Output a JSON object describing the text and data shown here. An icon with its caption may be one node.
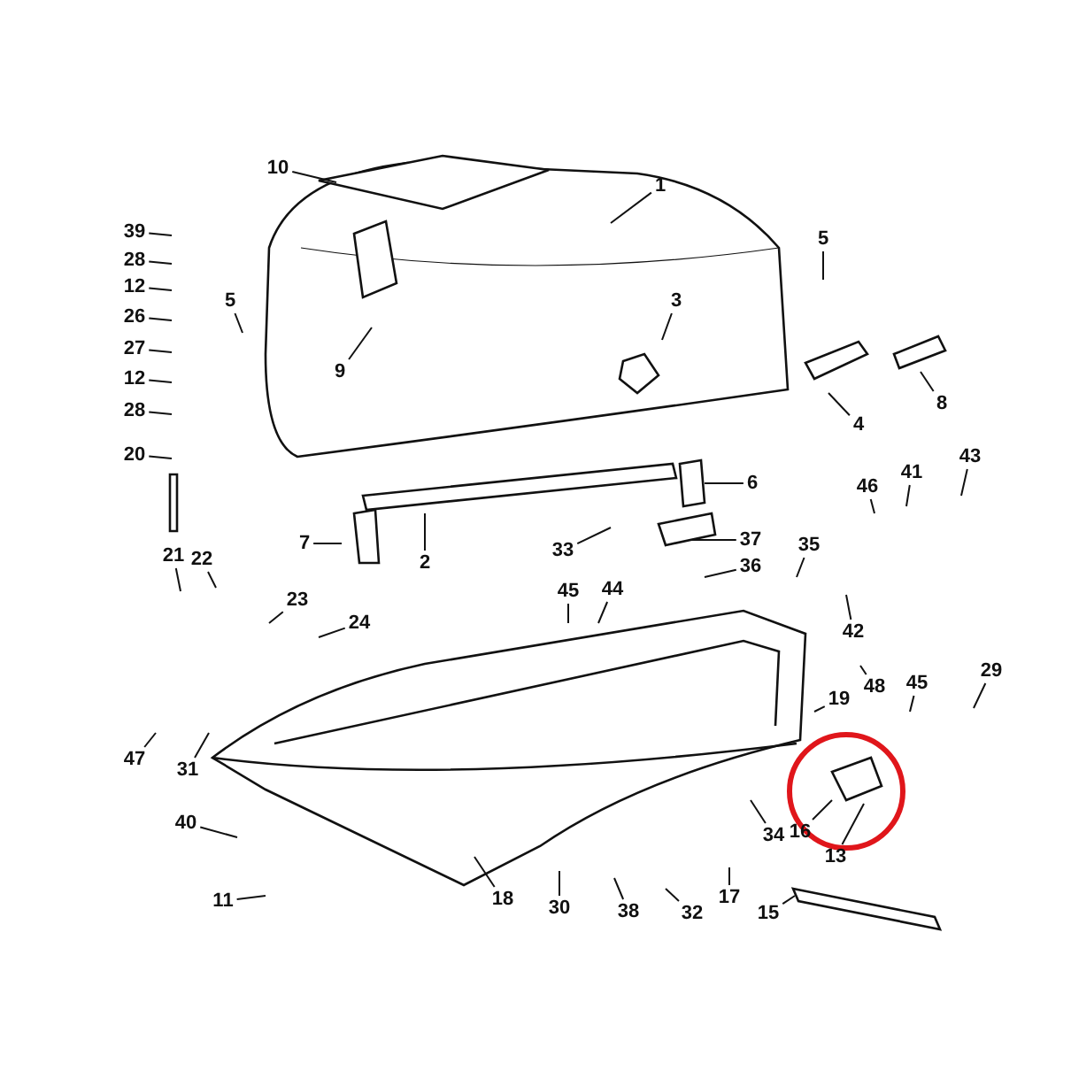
{
  "diagram": {
    "nodes": [
      {
        "text": [
          "1"
        ]
      },
      {
        "text": [
          "10"
        ]
      },
      {
        "text": [
          "39"
        ]
      },
      {
        "text": [
          "28"
        ]
      },
      {
        "text": [
          "12"
        ]
      },
      {
        "text": [
          "26"
        ]
      },
      {
        "text": [
          "27"
        ]
      },
      {
        "text": [
          "12"
        ]
      },
      {
        "text": [
          "28"
        ]
      },
      {
        "text": [
          "20"
        ]
      },
      {
        "text": [
          "5"
        ]
      },
      {
        "text": [
          "9"
        ]
      },
      {
        "text": [
          "3"
        ]
      },
      {
        "text": [
          "5"
        ]
      },
      {
        "text": [
          "4"
        ]
      },
      {
        "text": [
          "8"
        ]
      },
      {
        "text": [
          "6"
        ]
      },
      {
        "text": [
          "7"
        ]
      },
      {
        "text": [
          "2"
        ]
      },
      {
        "text": [
          "33"
        ]
      },
      {
        "text": [
          "37"
        ]
      },
      {
        "text": [
          "36"
        ]
      },
      {
        "text": [
          "35"
        ]
      },
      {
        "text": [
          "46"
        ]
      },
      {
        "text": [
          "41"
        ]
      },
      {
        "text": [
          "43"
        ]
      },
      {
        "text": [
          "42"
        ]
      },
      {
        "text": [
          "21"
        ]
      },
      {
        "text": [
          "22"
        ]
      },
      {
        "text": [
          "23"
        ]
      },
      {
        "text": [
          "24"
        ]
      },
      {
        "text": [
          "45"
        ]
      },
      {
        "text": [
          "44"
        ]
      },
      {
        "text": [
          "47"
        ]
      },
      {
        "text": [
          "31"
        ]
      },
      {
        "text": [
          "48"
        ]
      },
      {
        "text": [
          "45"
        ]
      },
      {
        "text": [
          "29"
        ]
      },
      {
        "text": [
          "19"
        ]
      },
      {
        "text": [
          "16"
        ]
      },
      {
        "text": [
          "34"
        ]
      },
      {
        "text": [
          "13"
        ]
      },
      {
        "text": [
          "40"
        ]
      },
      {
        "text": [
          "11"
        ]
      },
      {
        "text": [
          "18"
        ]
      },
      {
        "text": [
          "30"
        ]
      },
      {
        "text": [
          "38"
        ]
      },
      {
        "text": [
          "32"
        ]
      },
      {
        "text": [
          "17"
        ]
      },
      {
        "text": [
          "15"
        ]
      }
    ],
    "edges": [
      {
        "from": 0,
        "to": null,
        "arrow": "none"
      },
      {
        "from": 1,
        "to": null,
        "arrow": "none"
      },
      {
        "from": 2,
        "to": null,
        "arrow": "none"
      },
      {
        "from": 3,
        "to": null,
        "arrow": "none"
      },
      {
        "from": 4,
        "to": null,
        "arrow": "none"
      },
      {
        "from": 5,
        "to": null,
        "arrow": "none"
      },
      {
        "from": 6,
        "to": null,
        "arrow": "none"
      },
      {
        "from": 7,
        "to": null,
        "arrow": "none"
      },
      {
        "from": 8,
        "to": null,
        "arrow": "none"
      },
      {
        "from": 9,
        "to": null,
        "arrow": "none"
      },
      {
        "from": 10,
        "to": null,
        "arrow": "none"
      },
      {
        "from": 11,
        "to": null,
        "arrow": "none"
      },
      {
        "from": 12,
        "to": null,
        "arrow": "none"
      },
      {
        "from": 13,
        "to": null,
        "arrow": "none"
      },
      {
        "from": 14,
        "to": null,
        "arrow": "none"
      },
      {
        "from": 15,
        "to": null,
        "arrow": "none"
      },
      {
        "from": 16,
        "to": null,
        "arrow": "none"
      },
      {
        "from": 17,
        "to": null,
        "arrow": "none"
      },
      {
        "from": 18,
        "to": null,
        "arrow": "none"
      },
      {
        "from": 19,
        "to": null,
        "arrow": "none"
      },
      {
        "from": 20,
        "to": null,
        "arrow": "none"
      },
      {
        "from": 21,
        "to": null,
        "arrow": "none"
      },
      {
        "from": 22,
        "to": null,
        "arrow": "none"
      },
      {
        "from": 23,
        "to": null,
        "arrow": "none"
      },
      {
        "from": 24,
        "to": null,
        "arrow": "none"
      },
      {
        "from": 25,
        "to": null,
        "arrow": "none"
      },
      {
        "from": 26,
        "to": null,
        "arrow": "none"
      },
      {
        "from": 27,
        "to": null,
        "arrow": "none"
      },
      {
        "from": 28,
        "to": null,
        "arrow": "none"
      },
      {
        "from": 29,
        "to": null,
        "arrow": "none"
      },
      {
        "from": 30,
        "to": null,
        "arrow": "none"
      },
      {
        "from": 31,
        "to": null,
        "arrow": "none"
      },
      {
        "from": 32,
        "to": null,
        "arrow": "none"
      },
      {
        "from": 33,
        "to": null,
        "arrow": "none"
      },
      {
        "from": 34,
        "to": null,
        "arrow": "none"
      },
      {
        "from": 35,
        "to": null,
        "arrow": "none"
      },
      {
        "from": 36,
        "to": null,
        "arrow": "none"
      },
      {
        "from": 37,
        "to": null,
        "arrow": "none"
      },
      {
        "from": 38,
        "to": null,
        "arrow": "none"
      },
      {
        "from": 39,
        "to": null,
        "arrow": "none"
      },
      {
        "from": 40,
        "to": null,
        "arrow": "none"
      },
      {
        "from": 41,
        "to": null,
        "arrow": "none"
      },
      {
        "from": 42,
        "to": null,
        "arrow": "none"
      },
      {
        "from": 43,
        "to": null,
        "arrow": "none"
      },
      {
        "from": 44,
        "to": null,
        "arrow": "none"
      },
      {
        "from": 45,
        "to": null,
        "arrow": "none"
      },
      {
        "from": 46,
        "to": null,
        "arrow": "none"
      },
      {
        "from": 47,
        "to": null,
        "arrow": "none"
      },
      {
        "from": 48,
        "to": null,
        "arrow": "none"
      },
      {
        "from": 49,
        "to": null,
        "arrow": "none"
      }
    ]
  }
}
